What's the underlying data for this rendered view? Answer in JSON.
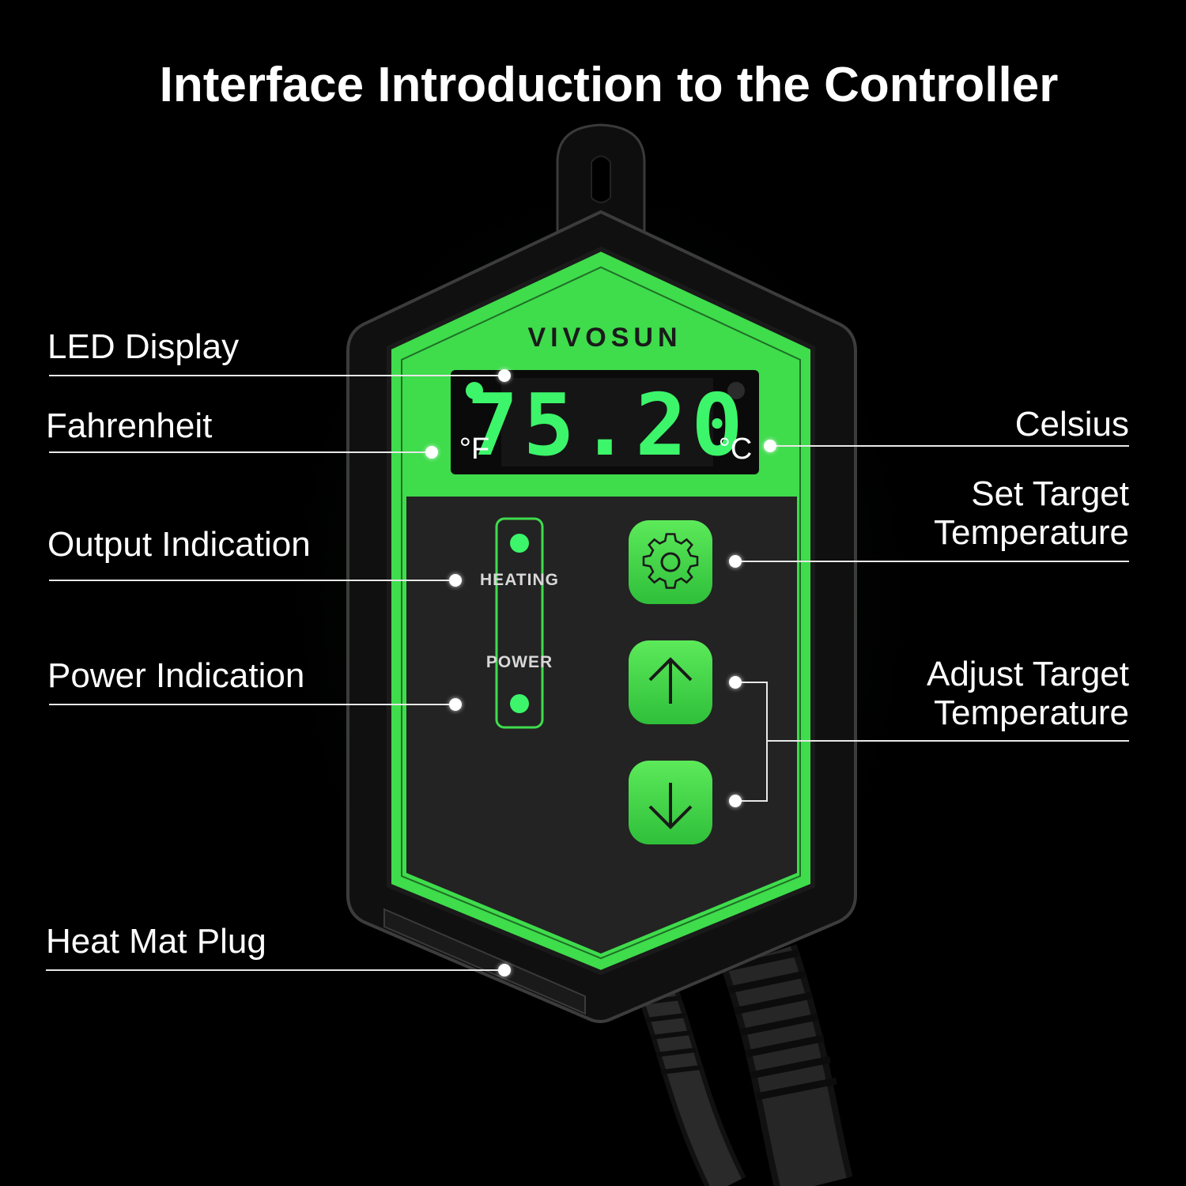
{
  "title": "Interface Introduction to the Controller",
  "device": {
    "brand": "VIVOSUN",
    "display_value": "75.20",
    "unit_f": "°F",
    "unit_c": "°C",
    "heating_label": "HEATING",
    "power_label": "POWER",
    "buttons": [
      "gear-icon",
      "arrow-up-icon",
      "arrow-down-icon"
    ]
  },
  "labels": {
    "led_display": "LED Display",
    "fahrenheit": "Fahrenheit",
    "celsius": "Celsius",
    "set_target_line1": "Set Target",
    "set_target_line2": "Temperature",
    "output_indication": "Output Indication",
    "power_indication": "Power Indication",
    "adjust_target_line1": "Adjust Target",
    "adjust_target_line2": "Temperature",
    "heat_mat_plug": "Heat Mat Plug"
  },
  "colors": {
    "background": "#000000",
    "accent_green": "#3fdc4c",
    "panel_black": "#232323",
    "led_green": "#3cf56a"
  }
}
